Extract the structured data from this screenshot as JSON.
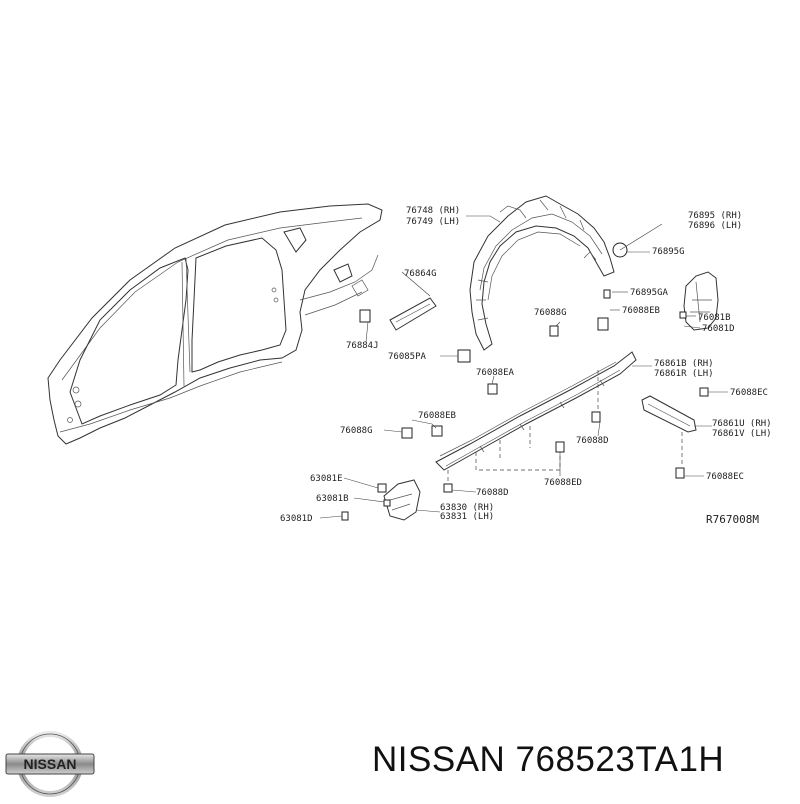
{
  "diagram": {
    "labels": {
      "l76748": "76748 (RH)",
      "l76749": "76749 (LH)",
      "l76895": "76895 (RH)",
      "l76896": "76896 (LH)",
      "l76895G": "76895G",
      "l76864G": "76864G",
      "l76895GA": "76895GA",
      "l76088G_top": "76088G",
      "l76088EB_top": "76088EB",
      "l76081B": "76081B",
      "l76081D": "76081D",
      "l76884J": "76884J",
      "l76085PA": "76085PA",
      "l76861B": "76861B (RH)",
      "l76861R": "76861R (LH)",
      "l76088EA": "76088EA",
      "l76088EC_top": "76088EC",
      "l76088EB_mid": "76088EB",
      "l76088G_left": "76088G",
      "l76861U": "76861U (RH)",
      "l76861V": "76861V (LH)",
      "l76088D_right": "76088D",
      "l63081E": "63081E",
      "l63081B": "63081B",
      "l76088D_bottom": "76088D",
      "l76088ED": "76088ED",
      "l76088EC_bottom": "76088EC",
      "l63830": "63830 (RH)",
      "l63831": "63831 (LH)",
      "l63081D": "63081D",
      "ref_code": "R767008M"
    }
  },
  "brand": {
    "logo_text": "NISSAN",
    "caption": "NISSAN 768523TA1H"
  }
}
